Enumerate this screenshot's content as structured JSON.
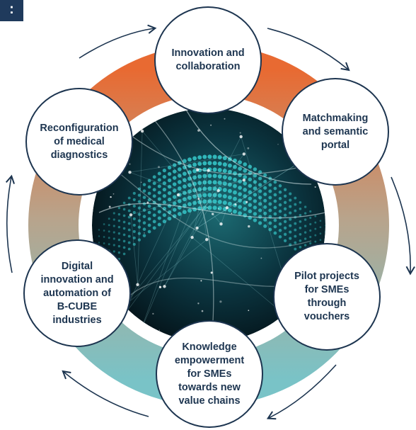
{
  "colors": {
    "ring_top": "#e86a32",
    "ring_mid": "#b8a48c",
    "ring_bottom": "#79c3c7",
    "text": "#1d3550",
    "arrows": "#1d3550",
    "center_dark": "#061a22",
    "center_glow": "#35c4c6"
  },
  "corner": {
    "icon": "colon-icon",
    "glyph": ":"
  },
  "center": {
    "image": "abstract-network-dots-image"
  },
  "nodes": [
    {
      "id": "innovation",
      "label": "Innovation and\ncollaboration"
    },
    {
      "id": "matchmaking",
      "label": "Matchmaking\nand semantic\nportal"
    },
    {
      "id": "pilot",
      "label": "Pilot projects\nfor SMEs\nthrough\nvouchers"
    },
    {
      "id": "knowledge",
      "label": "Knowledge\nempowerment\nfor SMEs\ntowards new\nvalue chains"
    },
    {
      "id": "digital",
      "label": "Digital\ninnovation and\nautomation of\nB-CUBE\nindustries"
    },
    {
      "id": "reconfiguration",
      "label": "Reconfiguration\nof medical\ndiagnostics"
    }
  ]
}
